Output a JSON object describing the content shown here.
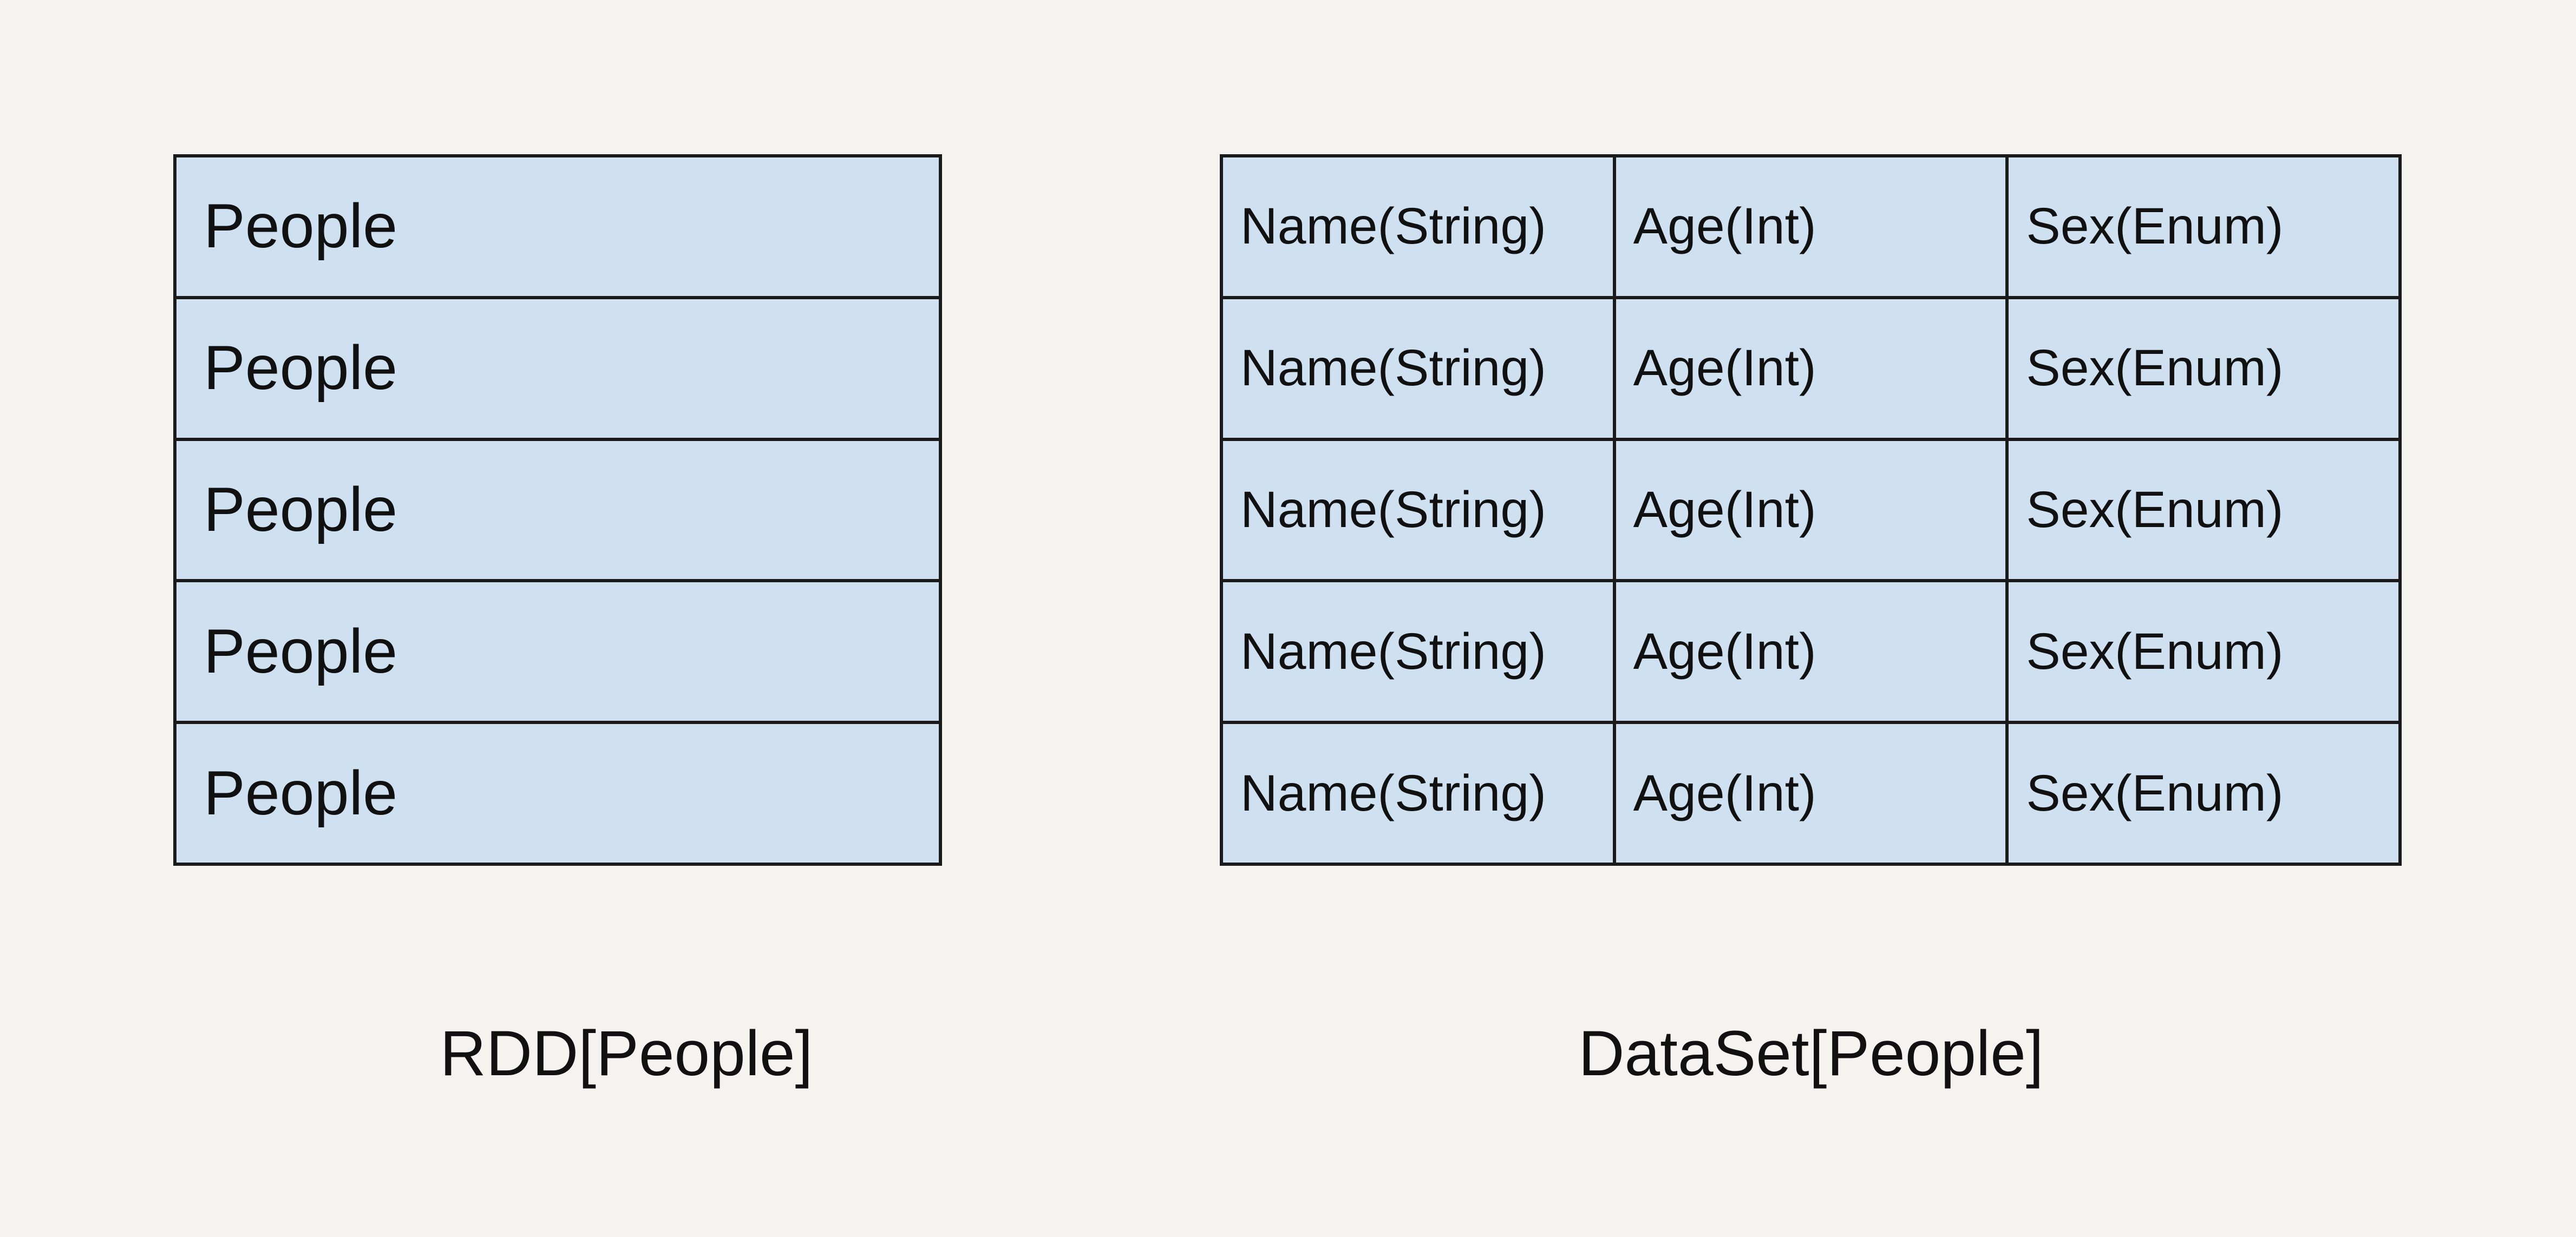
{
  "background_color": "#f4f3ef",
  "cell_fill_color": "#cfe0f1",
  "border_color": "#1a1a1a",
  "text_color": "#111111",
  "diagram": {
    "left_panel": {
      "caption": "RDD[People]",
      "row_label": "People",
      "rows": [
        {
          "label": "People"
        },
        {
          "label": "People"
        },
        {
          "label": "People"
        },
        {
          "label": "People"
        },
        {
          "label": "People"
        }
      ]
    },
    "right_panel": {
      "caption": "DataSet[People]",
      "columns": [
        "Name(String)",
        "Age(Int)",
        "Sex(Enum)"
      ],
      "rows": [
        {
          "cells": [
            "Name(String)",
            "Age(Int)",
            "Sex(Enum)"
          ]
        },
        {
          "cells": [
            "Name(String)",
            "Age(Int)",
            "Sex(Enum)"
          ]
        },
        {
          "cells": [
            "Name(String)",
            "Age(Int)",
            "Sex(Enum)"
          ]
        },
        {
          "cells": [
            "Name(String)",
            "Age(Int)",
            "Sex(Enum)"
          ]
        },
        {
          "cells": [
            "Name(String)",
            "Age(Int)",
            "Sex(Enum)"
          ]
        }
      ]
    }
  }
}
